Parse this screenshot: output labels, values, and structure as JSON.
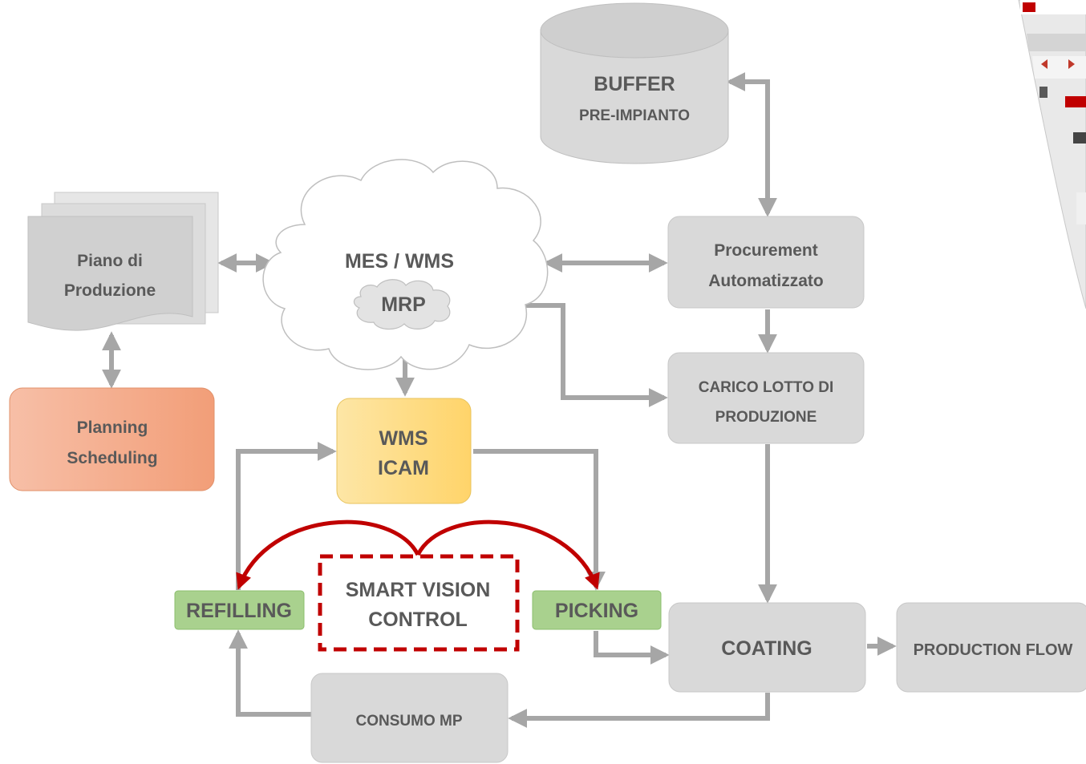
{
  "nodes": {
    "buffer": {
      "line1": "BUFFER",
      "line2": "PRE-IMPIANTO"
    },
    "piano": {
      "line1": "Piano di",
      "line2": "Produzione"
    },
    "mes": {
      "label": "MES / WMS"
    },
    "mrp": {
      "label": "MRP"
    },
    "procurement": {
      "line1": "Procurement",
      "line2": "Automatizzato"
    },
    "carico": {
      "line1": "CARICO LOTTO DI",
      "line2": "PRODUZIONE"
    },
    "planning": {
      "line1": "Planning",
      "line2": "Scheduling"
    },
    "wms_icam": {
      "line1": "WMS",
      "line2": "ICAM"
    },
    "refilling": {
      "label": "REFILLING"
    },
    "smart": {
      "line1": "SMART VISION",
      "line2": "CONTROL"
    },
    "picking": {
      "label": "PICKING"
    },
    "coating": {
      "label": "COATING"
    },
    "production_flow": {
      "label": "PRODUCTION FLOW"
    },
    "consumo": {
      "label": "CONSUMO MP"
    }
  },
  "colors": {
    "box_gray": "#d9d9d9",
    "arrow_gray": "#a6a6a6",
    "text_gray": "#595959",
    "planning_orange": "#f4a582",
    "wms_yellow": "#ffd966",
    "green_box": "#a9d18e",
    "red_control": "#c00000"
  }
}
